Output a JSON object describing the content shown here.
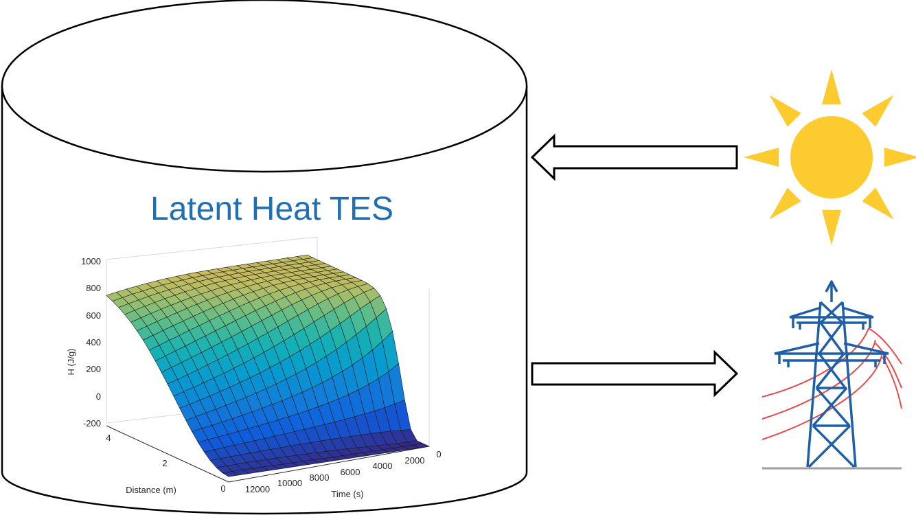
{
  "title": "Latent Heat TES",
  "colors": {
    "title": "#1f6fb4",
    "sun": "#fbcb30",
    "tower": "#1f5fa8",
    "power_lines": "#e84a4a",
    "ground": "#9e9e9e",
    "outline": "#000000"
  },
  "icons": {
    "sun": "sun-icon",
    "tower": "power-transmission-tower-icon",
    "arrow_in": "arrow-left-icon",
    "arrow_out": "arrow-right-icon"
  },
  "chart_data": {
    "type": "surface",
    "zlabel": "H (J/g)",
    "xlabel": "Distance (m)",
    "ylabel": "Time (s)",
    "zlim": [
      -200,
      1000
    ],
    "z_ticks": [
      "1000",
      "800",
      "600",
      "400",
      "200",
      "0",
      "-200"
    ],
    "distance_ticks": [
      "4",
      "2",
      "0"
    ],
    "time_ticks": [
      "12000",
      "10000",
      "8000",
      "6000",
      "4000",
      "2000",
      "0"
    ],
    "distance_range": [
      0,
      4.2
    ],
    "time_range": [
      0,
      12000
    ],
    "colormap": "parula",
    "grid": true
  }
}
